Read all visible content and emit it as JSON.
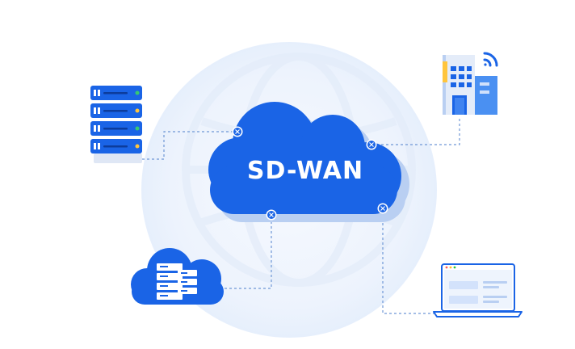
{
  "diagram": {
    "center_label": "SD-WAN",
    "nodes": [
      {
        "name": "server-rack",
        "icon": "server-rack-icon"
      },
      {
        "name": "branch-office-building",
        "icon": "building-wifi-icon"
      },
      {
        "name": "private-cloud-servers",
        "icon": "cloud-server-icon"
      },
      {
        "name": "laptop-client",
        "icon": "laptop-icon"
      }
    ],
    "connector_icon": "network-node-icon"
  },
  "colors": {
    "primary_blue": "#1a64e6",
    "cloud_shadow": "#b9cff2",
    "halo": "#edf3fd",
    "link_dash": "#6f97d6",
    "light_blue": "#d3e2fb"
  }
}
